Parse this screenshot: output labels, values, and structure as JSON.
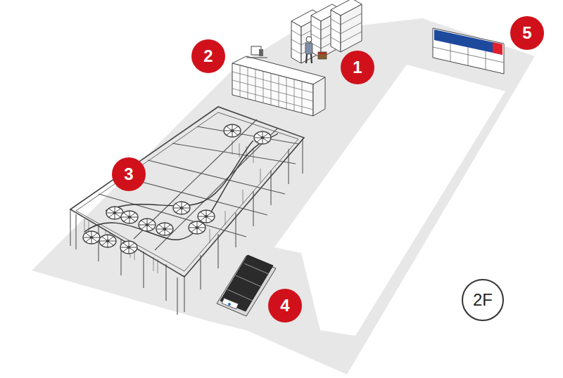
{
  "diagram": {
    "nodes": [
      {
        "text": [
          "1"
        ]
      },
      {
        "text": [
          "2"
        ]
      },
      {
        "text": [
          "3"
        ]
      },
      {
        "text": [
          "4"
        ]
      },
      {
        "text": [
          "5"
        ]
      },
      {
        "text": [
          "2F"
        ]
      }
    ]
  }
}
